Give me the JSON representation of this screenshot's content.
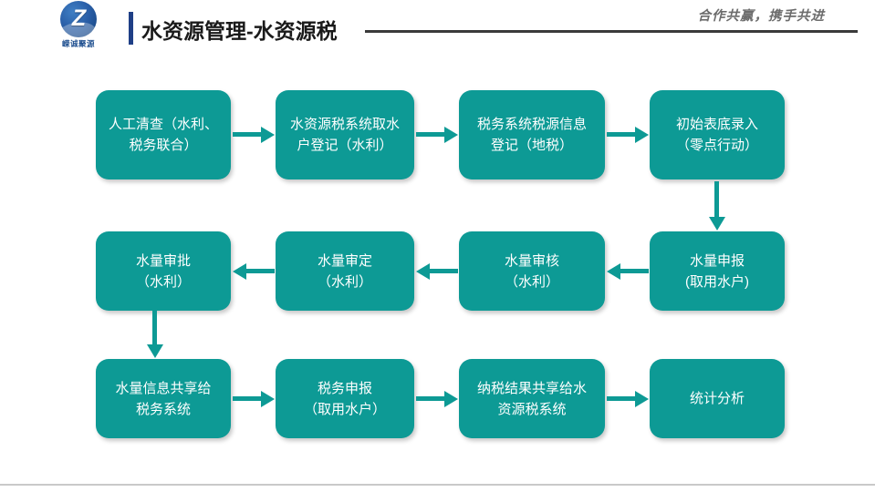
{
  "header": {
    "logo_name": "company-logo",
    "logo_letter": "Z",
    "logo_text": "嵘诚聚源",
    "title": "水资源管理-水资源税",
    "tagline": "合作共赢，携手共进",
    "accent_color": "#1f3f86",
    "rule_color": "#3a3a3a"
  },
  "flow": {
    "node_color": "#0d9a95",
    "node_text_color": "#ffffff",
    "arrow_color": "#0d9a95",
    "rows": [
      {
        "direction": "right",
        "nodes": [
          {
            "label": "人工清查（水利、\n税务联合）"
          },
          {
            "label": "水资源税系统取水\n户登记（水利）"
          },
          {
            "label": "税务系统税源信息\n登记（地税）"
          },
          {
            "label": "初始表底录入\n（零点行动）"
          }
        ]
      },
      {
        "direction": "left",
        "nodes": [
          {
            "label": "水量审批\n（水利）"
          },
          {
            "label": "水量审定\n（水利）"
          },
          {
            "label": "水量审核\n（水利）"
          },
          {
            "label": "水量申报\n(取用水户)"
          }
        ]
      },
      {
        "direction": "right",
        "nodes": [
          {
            "label": "水量信息共享给\n税务系统"
          },
          {
            "label": "税务申报\n（取用水户）"
          },
          {
            "label": "纳税结果共享给水\n资源税系统"
          },
          {
            "label": "统计分析"
          }
        ]
      }
    ],
    "vertical_connectors": [
      {
        "name": "connector-row1-col4-to-row2-col4"
      },
      {
        "name": "connector-row2-col1-to-row3-col1"
      }
    ]
  }
}
